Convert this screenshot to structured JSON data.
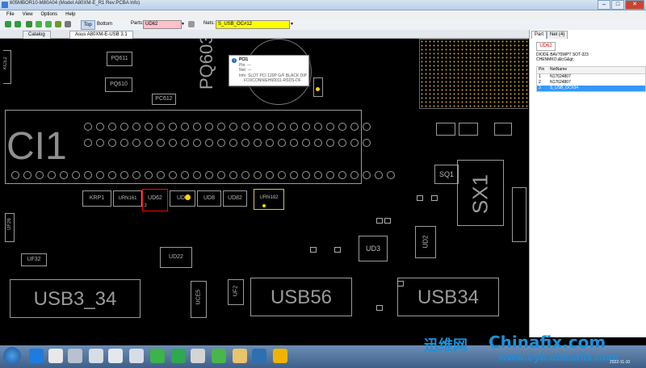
{
  "window": {
    "title": "605MBOR10-M80A04 (Model:A80XM-E_R1 Rev:PCBA Info)",
    "controls": {
      "minimize": "–",
      "maximize": "□",
      "close": "✕"
    }
  },
  "menu": {
    "items": [
      "File",
      "View",
      "Options",
      "Help"
    ]
  },
  "toolbar": {
    "top_label": "Top",
    "bottom_label": "Bottom",
    "parts_label": "Parts:",
    "parts_value": "UD62",
    "nets_label": "Nets:",
    "nets_value": "S_USB_OC#12"
  },
  "tabs": [
    {
      "label": "Catalog"
    },
    {
      "label": "Asus A80XM-E-USB 3.1"
    }
  ],
  "board": {
    "slot_label": "CI1",
    "labels": {
      "pq603": "PQ603",
      "pq611": "PQ611",
      "pq610": "PQ610",
      "pc612": "PC612",
      "krp1": "KRP1",
      "urn161": "URN161",
      "ud62": "UD62",
      "ud6": "UD6",
      "ud8": "UD8",
      "ud82": "UD82",
      "urn182": "URN182",
      "sq1": "SQ1",
      "sx1": "SX1",
      "ud3": "UD3",
      "ud2": "UD2",
      "ud22": "UD22",
      "uf32": "UF32",
      "usb3_34": "USB3_34",
      "usb56": "USB56",
      "usb34": "USB34",
      "uce5": "UCE5",
      "uf2": "UF2",
      "kce2": "KCE2",
      "uf26": "UF26",
      "pin_marker": "2"
    }
  },
  "tooltip": {
    "name": "PCI1",
    "pin_label": "Pin:",
    "pin_value": "---",
    "net_label": "Net:",
    "net_value": "---",
    "info": "Info: SLOT PCI 120P G/F BLACK DIP",
    "info2": "FOXCONN/EH60011-RSDS-DF"
  },
  "right_panel": {
    "tabs": [
      "Part",
      "Net (4)"
    ],
    "part": "UD62",
    "desc1": "DIODE BAV70WPT SOT-323",
    "desc2": "CHENMKO;&lt;G&gt;",
    "grid_headers": [
      "Pin",
      "NetName"
    ],
    "rows": [
      {
        "pin": "1",
        "net": "N17624807"
      },
      {
        "pin": "2",
        "net": "N17624807"
      },
      {
        "pin": "3",
        "net": "S_USB_OC#34"
      }
    ]
  },
  "taskbar": {
    "apps": [
      "ie-icon",
      "qq-icon",
      "tools-icon",
      "chrome-icon",
      "media-icon",
      "app1-icon",
      "wechat-icon",
      "game-icon",
      "xftp-icon",
      "pcb-icon"
    ]
  },
  "watermark": {
    "brand": "迅维网",
    "site": "Chinafix.com",
    "url": "www.cyb.chinafix.com",
    "date": "2022-11-10"
  },
  "colors": {
    "parts_field": "#ffc0cb",
    "nets_field": "#ffff00",
    "selection": "#3399ff",
    "highlight_pad": "#ffd800",
    "selected_component": "#ff0000"
  }
}
